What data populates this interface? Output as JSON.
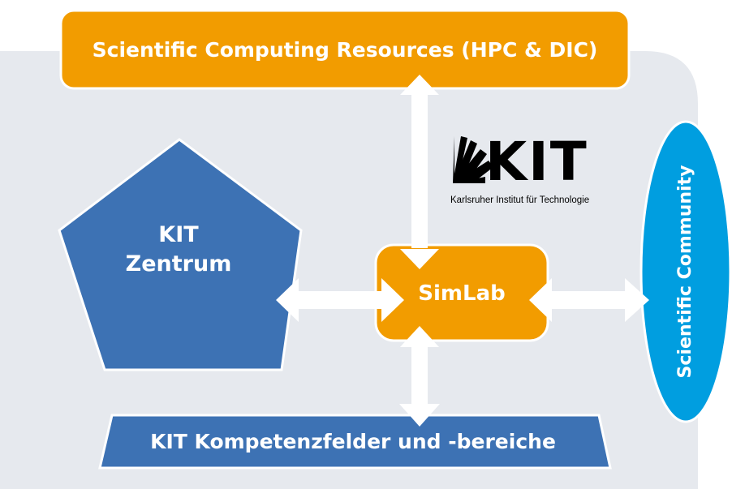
{
  "colors": {
    "panel_gray": "#e6e9ee",
    "orange": "#f29c00",
    "kit_blue": "#3d72b4",
    "cyan": "#009ee0",
    "white": "#ffffff",
    "black": "#000000"
  },
  "nodes": {
    "resources": "Scientific Computing Resources (HPC & DIC)",
    "zentrum_line1": "KIT",
    "zentrum_line2": "Zentrum",
    "simlab": "SimLab",
    "competence": "KIT  Kompetenzfelder und -bereiche",
    "community": "Scientific Community"
  },
  "logo": {
    "name": "KIT",
    "tagline": "Karlsruher Institut für Technologie"
  },
  "edges": [
    {
      "from": "simlab",
      "to": "resources",
      "direction": "both",
      "icon": "double-arrow"
    },
    {
      "from": "simlab",
      "to": "zentrum",
      "direction": "both",
      "icon": "double-arrow"
    },
    {
      "from": "simlab",
      "to": "community",
      "direction": "both",
      "icon": "double-arrow"
    },
    {
      "from": "simlab",
      "to": "competence",
      "direction": "both",
      "icon": "double-arrow"
    }
  ]
}
